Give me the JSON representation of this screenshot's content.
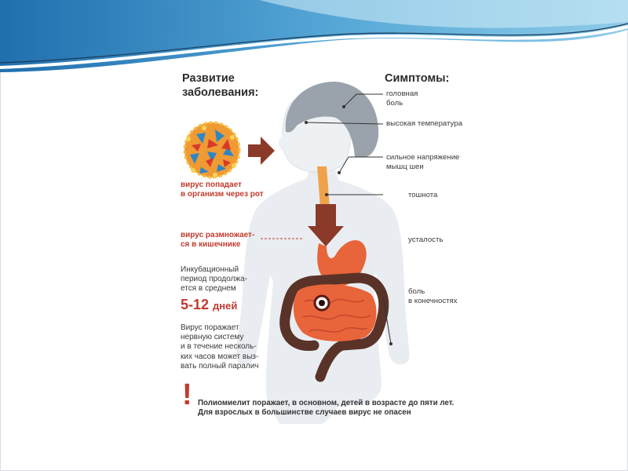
{
  "headings": {
    "development": "Развитие\nзаболевания:",
    "symptoms": "Симптомы:"
  },
  "symptoms": [
    "головная\nболь",
    "высокая температура",
    "сильное напряжение\nмышц шеи",
    "тошнота",
    "усталость",
    "боль\nв конечностях"
  ],
  "stages": {
    "virus_enters": "вирус попадает\nв организм через рот",
    "virus_multiplies": "вирус размножает-\nся в кишечнике",
    "incubation": "Инкубационный\nпериод продолжа-\nется в среднем",
    "incubation_days": "5-12",
    "incubation_unit": "дней",
    "paralysis": "Вирус поражает\nнервную систему\nи в течение несколь-\nких часов может выз-\nвать полный паралич"
  },
  "warning": {
    "mark": "!",
    "text": "Полиомиелит поражает, в основном, детей в возрасте до пяти лет.\nДля взрослых в большинстве случаев вирус не опасен"
  },
  "colors": {
    "accent_red": "#c23a2e",
    "arrow_brown": "#8b3a2a",
    "hair": "#9aa3ab",
    "body": "#e9edf1",
    "organ": "#e8643a",
    "intestine_dark": "#5a3328",
    "banner_blue": "#2f7fb8"
  }
}
